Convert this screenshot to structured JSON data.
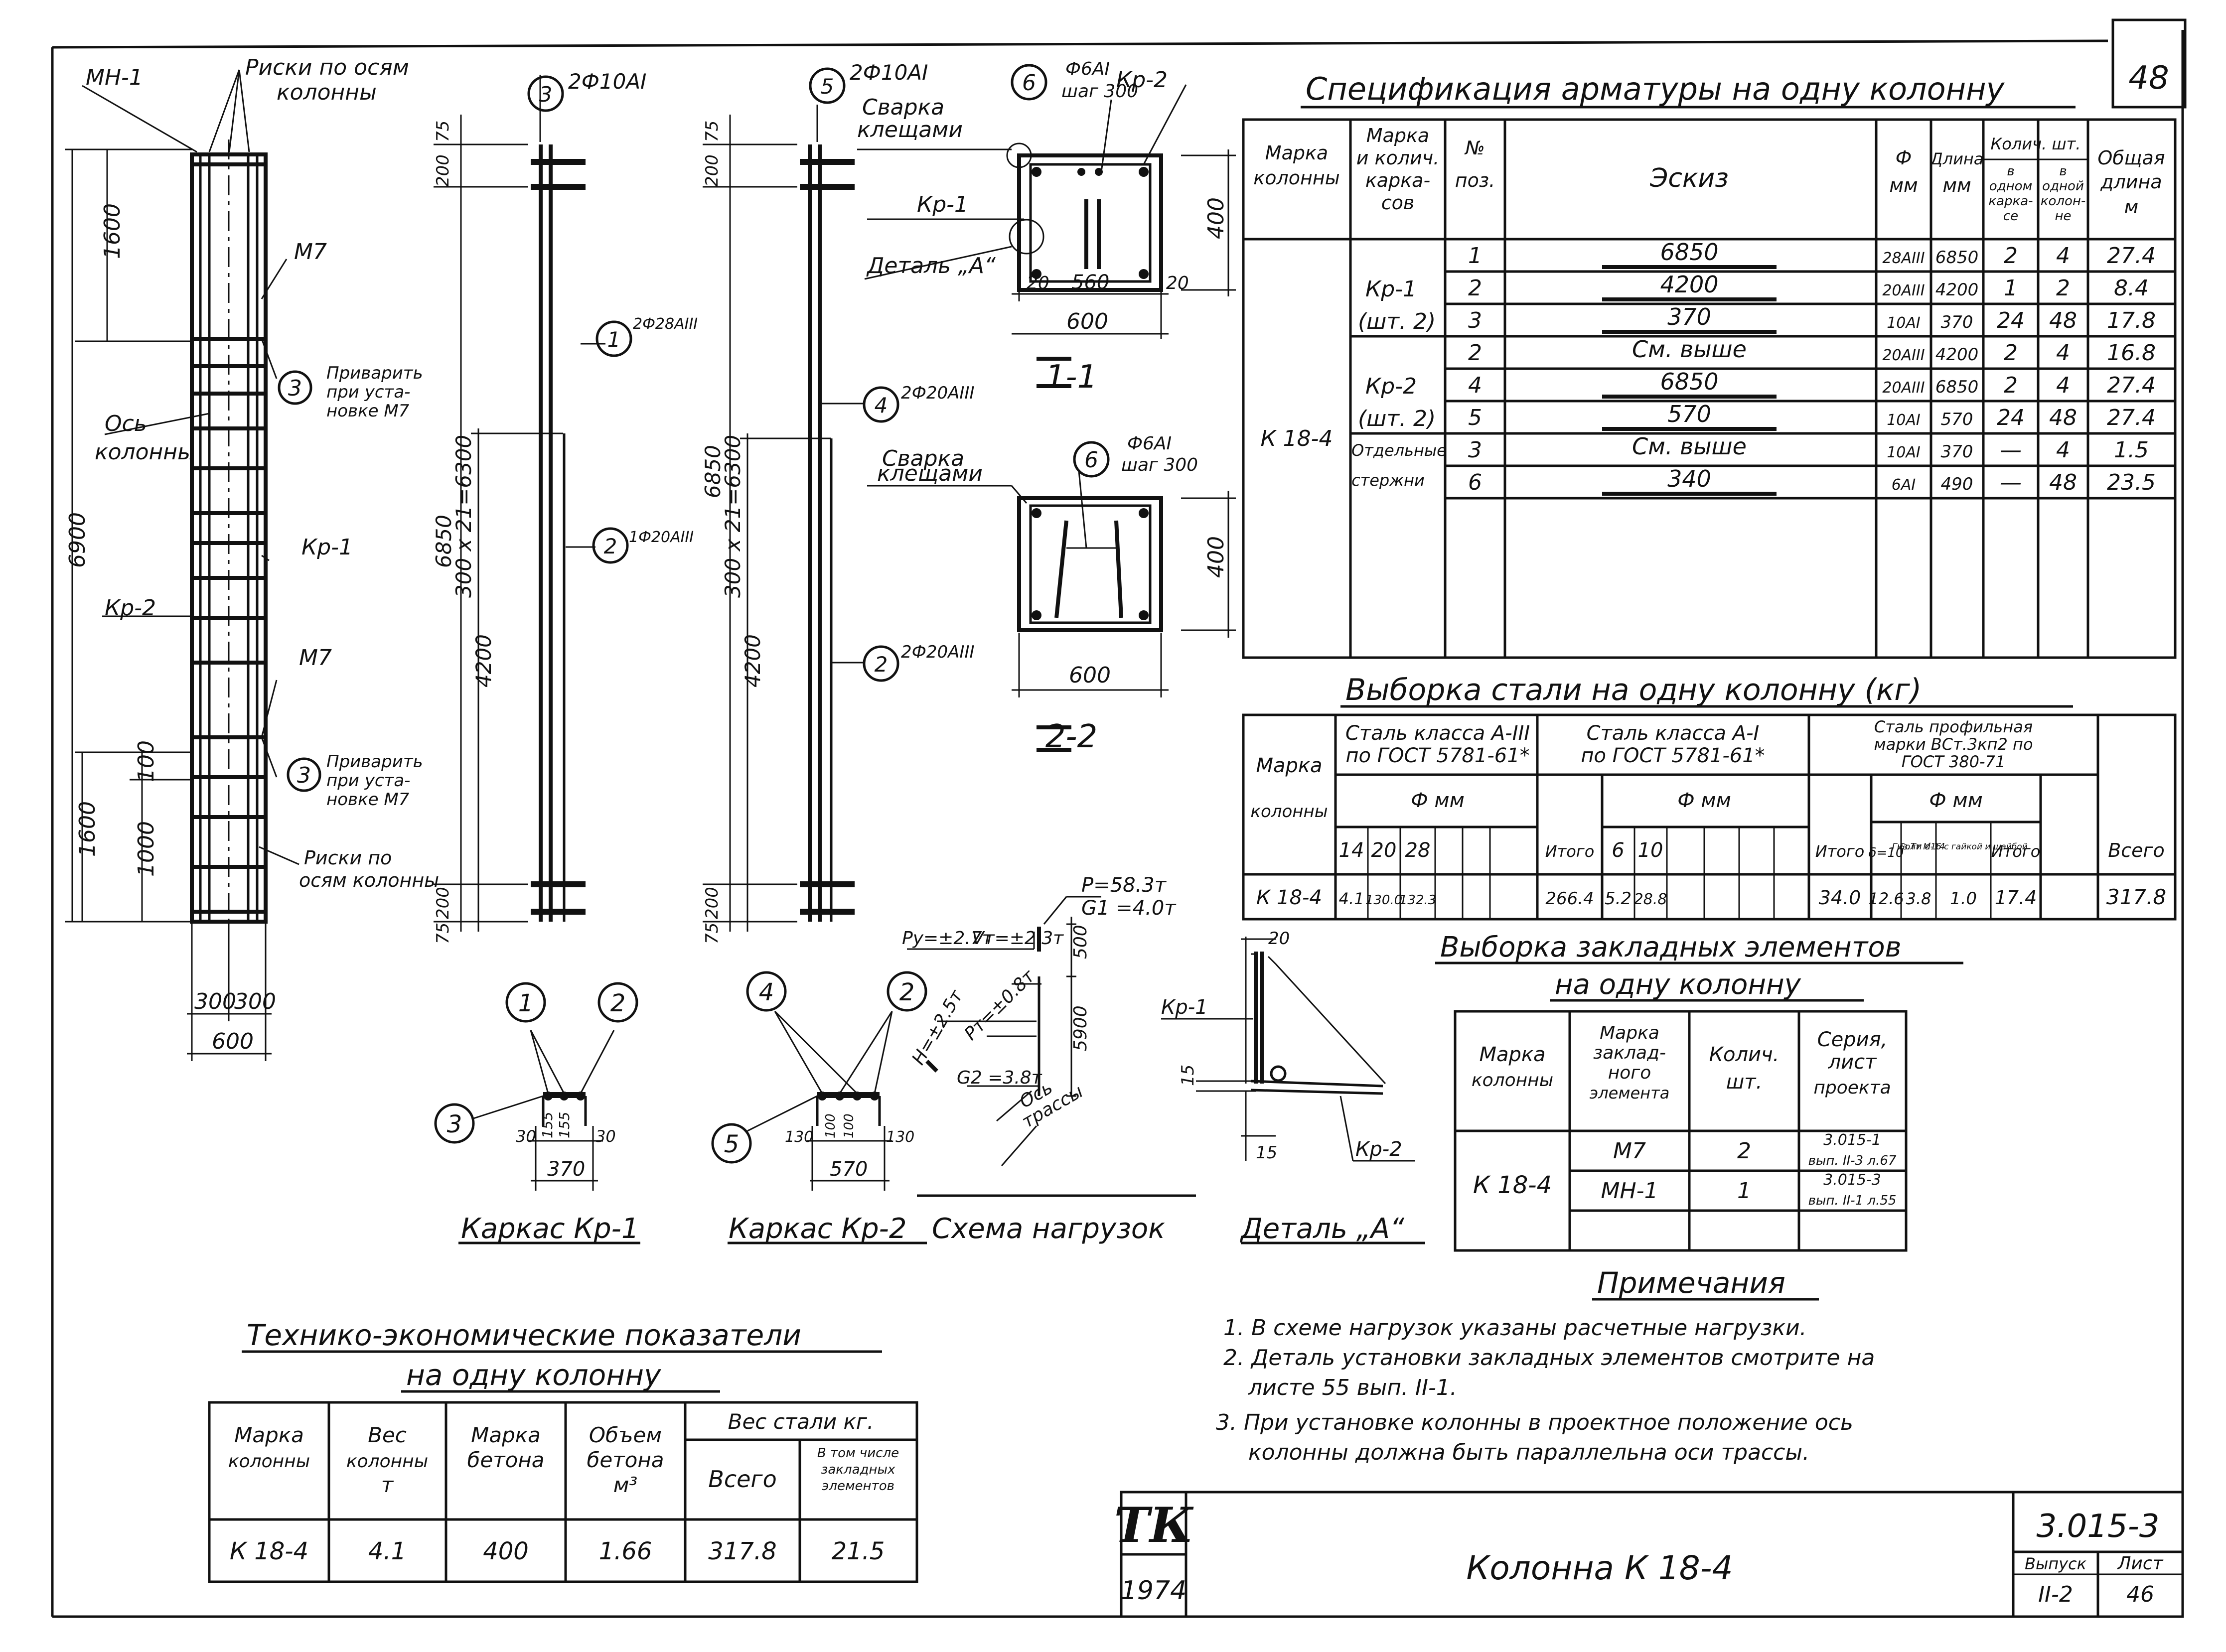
{
  "sheet_number": "48",
  "column_drawing": {
    "mn1": "МН-1",
    "riski_top_1": "Риски по осям",
    "riski_top_2": "колонны",
    "m7_top": "М7",
    "m7_bottom": "М7",
    "axis_1": "Ось",
    "axis_2": "колонны",
    "kr1": "Кр-1",
    "kr2": "Кр-2",
    "weld_note_1": "Приварить",
    "weld_note_2": "при уста-",
    "weld_note_3": "новке М7",
    "riski_bot_1": "Риски по",
    "riski_bot_2": "осям колонны",
    "dims": {
      "total": "6900",
      "top": "1600",
      "bottom": "1600",
      "d100": "100",
      "d1000": "1000",
      "w300a": "300",
      "w300b": "300",
      "w600": "600"
    }
  },
  "cage_kr1": {
    "top_label": "2Ф10АI",
    "bar1_label": "2Ф28АIII",
    "bar2_label": "1Ф20АIII",
    "dims": {
      "d75a": "75",
      "d200a": "200",
      "d6850": "6850",
      "pitch": "300 x 21=6300",
      "d4200": "4200",
      "d200b": "200",
      "d75b": "75"
    }
  },
  "cage_kr2": {
    "top_label": "2Ф10АI",
    "bar4_label": "2Ф20АIII",
    "bar2_label": "2Ф20АIII",
    "dims": {
      "d75a": "75",
      "d200a": "200",
      "d6850": "6850",
      "pitch": "300 x 21=6300",
      "d4200": "4200",
      "d200b": "200",
      "d75b": "75"
    }
  },
  "section_11": {
    "title": "1-1",
    "weld_1": "Сварка",
    "weld_2": "клещами",
    "stirrup_1": "Ф6АI",
    "stirrup_2": "шаг 300",
    "kr1": "Кр-1",
    "kr2": "Кр-2",
    "detail": "Деталь „А“",
    "d20a": "20",
    "d560": "560",
    "d20b": "20",
    "d600": "600",
    "d400": "400"
  },
  "section_22": {
    "title": "2-2",
    "weld_1": "Сварка",
    "weld_2": "клещами",
    "stirrup_1": "Ф6АI",
    "stirrup_2": "шаг 300",
    "d600": "600",
    "d400": "400"
  },
  "bubbles": [
    "1",
    "2",
    "3",
    "4",
    "5",
    "6"
  ],
  "small_kr1": {
    "caption": "Каркас Кр-1",
    "d30a": "30",
    "d155a": "155",
    "d155b": "155",
    "d30b": "30",
    "d370": "370"
  },
  "small_kr2": {
    "caption": "Каркас Кр-2",
    "d130a": "130",
    "d100a": "100",
    "d100b": "100",
    "d130b": "130",
    "d570": "570"
  },
  "loads": {
    "caption": "Схема нагрузок",
    "p": "Р=58.3т",
    "g1": "G1 =4.0т",
    "py": "Ру=±2.7т",
    "vt": "Vт=±2.3т",
    "h": "Н=±2.5т",
    "pt": "Рт=±0.8т",
    "g2": "G2 =3.8т",
    "axis_1": "Ось",
    "axis_2": "трассы",
    "d500": "500",
    "d5900": "5900"
  },
  "detail_a": {
    "caption": "Деталь „А“",
    "kr1": "Кр-1",
    "kr2": "Кр-2",
    "d20": "20",
    "d15a": "15",
    "d15b": "15"
  },
  "spec_table": {
    "title": "Спецификация арматуры на одну колонну",
    "headers": {
      "mark": [
        "Марка",
        "колонны"
      ],
      "cage": [
        "Марка",
        "и колич.",
        "карка-",
        "сов"
      ],
      "pos": [
        "№",
        "поз."
      ],
      "sketch": "Эскиз",
      "phi": [
        "Ф",
        "мм"
      ],
      "length": [
        "Длина",
        "мм"
      ],
      "qty": "Колич. шт.",
      "qty_cage": [
        "в",
        "одном",
        "карка-",
        "се"
      ],
      "qty_col": [
        "в",
        "одной",
        "колон-",
        "не"
      ],
      "total": [
        "Общая",
        "длина",
        "м"
      ]
    },
    "column_mark": "К 18-4",
    "cage_groups": [
      [
        "Кр-1",
        "(шт. 2)"
      ],
      [
        "Кр-2",
        "(шт. 2)"
      ],
      [
        "Отдельные",
        "стержни"
      ]
    ],
    "rows": [
      {
        "pos": "1",
        "sketch": "6850",
        "phi": "28АIII",
        "len": "6850",
        "qc": "2",
        "qk": "4",
        "total": "27.4"
      },
      {
        "pos": "2",
        "sketch": "4200",
        "phi": "20АIII",
        "len": "4200",
        "qc": "1",
        "qk": "2",
        "total": "8.4"
      },
      {
        "pos": "3",
        "sketch": "370",
        "phi": "10АI",
        "len": "370",
        "qc": "24",
        "qk": "48",
        "total": "17.8"
      },
      {
        "pos": "2",
        "sketch": "См. выше",
        "phi": "20АIII",
        "len": "4200",
        "qc": "2",
        "qk": "4",
        "total": "16.8"
      },
      {
        "pos": "4",
        "sketch": "6850",
        "phi": "20АIII",
        "len": "6850",
        "qc": "2",
        "qk": "4",
        "total": "27.4"
      },
      {
        "pos": "5",
        "sketch": "570",
        "phi": "10АI",
        "len": "570",
        "qc": "24",
        "qk": "48",
        "total": "27.4"
      },
      {
        "pos": "3",
        "sketch": "См. выше",
        "phi": "10АI",
        "len": "370",
        "qc": "—",
        "qk": "4",
        "total": "1.5"
      },
      {
        "pos": "6",
        "sketch": "340",
        "phi": "6АI",
        "len": "490",
        "qc": "—",
        "qk": "48",
        "total": "23.5"
      }
    ]
  },
  "steel_table": {
    "title": "Выборка стали на одну колонну (кг)",
    "mark": [
      "Марка",
      "колонны"
    ],
    "group_a3": [
      "Сталь класса А-III",
      "по ГОСТ 5781-61*"
    ],
    "group_a1": [
      "Сталь класса А-I",
      "по ГОСТ 5781-61*"
    ],
    "group_prof": [
      "Сталь профильная",
      "марки ВСт.3кп2 по",
      "ГОСТ 380-71"
    ],
    "phi_mm": "Ф мм",
    "a3_diams": [
      "14",
      "20",
      "28"
    ],
    "a1_diams": [
      "6",
      "10"
    ],
    "prof_cols": [
      "δ=10",
      "Гнз.Ти  d-14",
      "Болт М16 с гайкой и шайбой"
    ],
    "itogo": "Итого",
    "vsego": "Всего",
    "row": {
      "mark": "К 18-4",
      "a3": [
        "4.1",
        "130.0",
        "132.3"
      ],
      "a3_total": "266.4",
      "a1": [
        "5.2",
        "28.8"
      ],
      "a1_total": "34.0",
      "prof": [
        "12.6",
        "3.8",
        "1.0"
      ],
      "prof_total": "17.4",
      "grand_total": "317.8"
    }
  },
  "embedded_table": {
    "title_1": "Выборка закладных элементов",
    "title_2": "на одну колонну",
    "headers": {
      "mark": [
        "Марка",
        "колонны"
      ],
      "element": [
        "Марка",
        "заклад-",
        "ного",
        "элемента"
      ],
      "qty": [
        "Колич.",
        "шт."
      ],
      "series": [
        "Серия,",
        "лист",
        "проекта"
      ]
    },
    "column_mark": "К 18-4",
    "rows": [
      {
        "element": "М7",
        "qty": "2",
        "series_1": "3.015-1",
        "series_2": "вып. II-3 л.67"
      },
      {
        "element": "МН-1",
        "qty": "1",
        "series_1": "3.015-3",
        "series_2": "вып. II-1 л.55"
      }
    ]
  },
  "notes": {
    "title": "Примечания",
    "lines": [
      "1. В схеме нагрузок указаны расчетные нагрузки.",
      "2. Деталь установки закладных элементов смотрите на",
      "листе 55 вып. II-1.",
      "3. При установке колонны в проектное положение ось",
      "колонны должна быть параллельна оси трассы."
    ]
  },
  "tech_table": {
    "title_1": "Технико-экономические показатели",
    "title_2": "на одну колонну",
    "headers": {
      "mark": [
        "Марка",
        "колонны"
      ],
      "weight": [
        "Вес",
        "колонны",
        "т"
      ],
      "concrete": [
        "Марка",
        "бетона"
      ],
      "volume": [
        "Объем",
        "бетона",
        "м³"
      ],
      "steel": "Вес стали кг.",
      "steel_total": "Всего",
      "steel_emb": [
        "В том числе",
        "закладных",
        "элементов"
      ]
    },
    "row": {
      "mark": "К 18-4",
      "weight": "4.1",
      "concrete": "400",
      "volume": "1.66",
      "steel_total": "317.8",
      "steel_emb": "21.5"
    }
  },
  "title_block": {
    "logo": "ТК",
    "year": "1974",
    "title": "Колонна К 18-4",
    "series": "3.015-3",
    "issue_label": "Выпуск",
    "issue": "II-2",
    "sheet_label": "Лист",
    "sheet": "46"
  }
}
